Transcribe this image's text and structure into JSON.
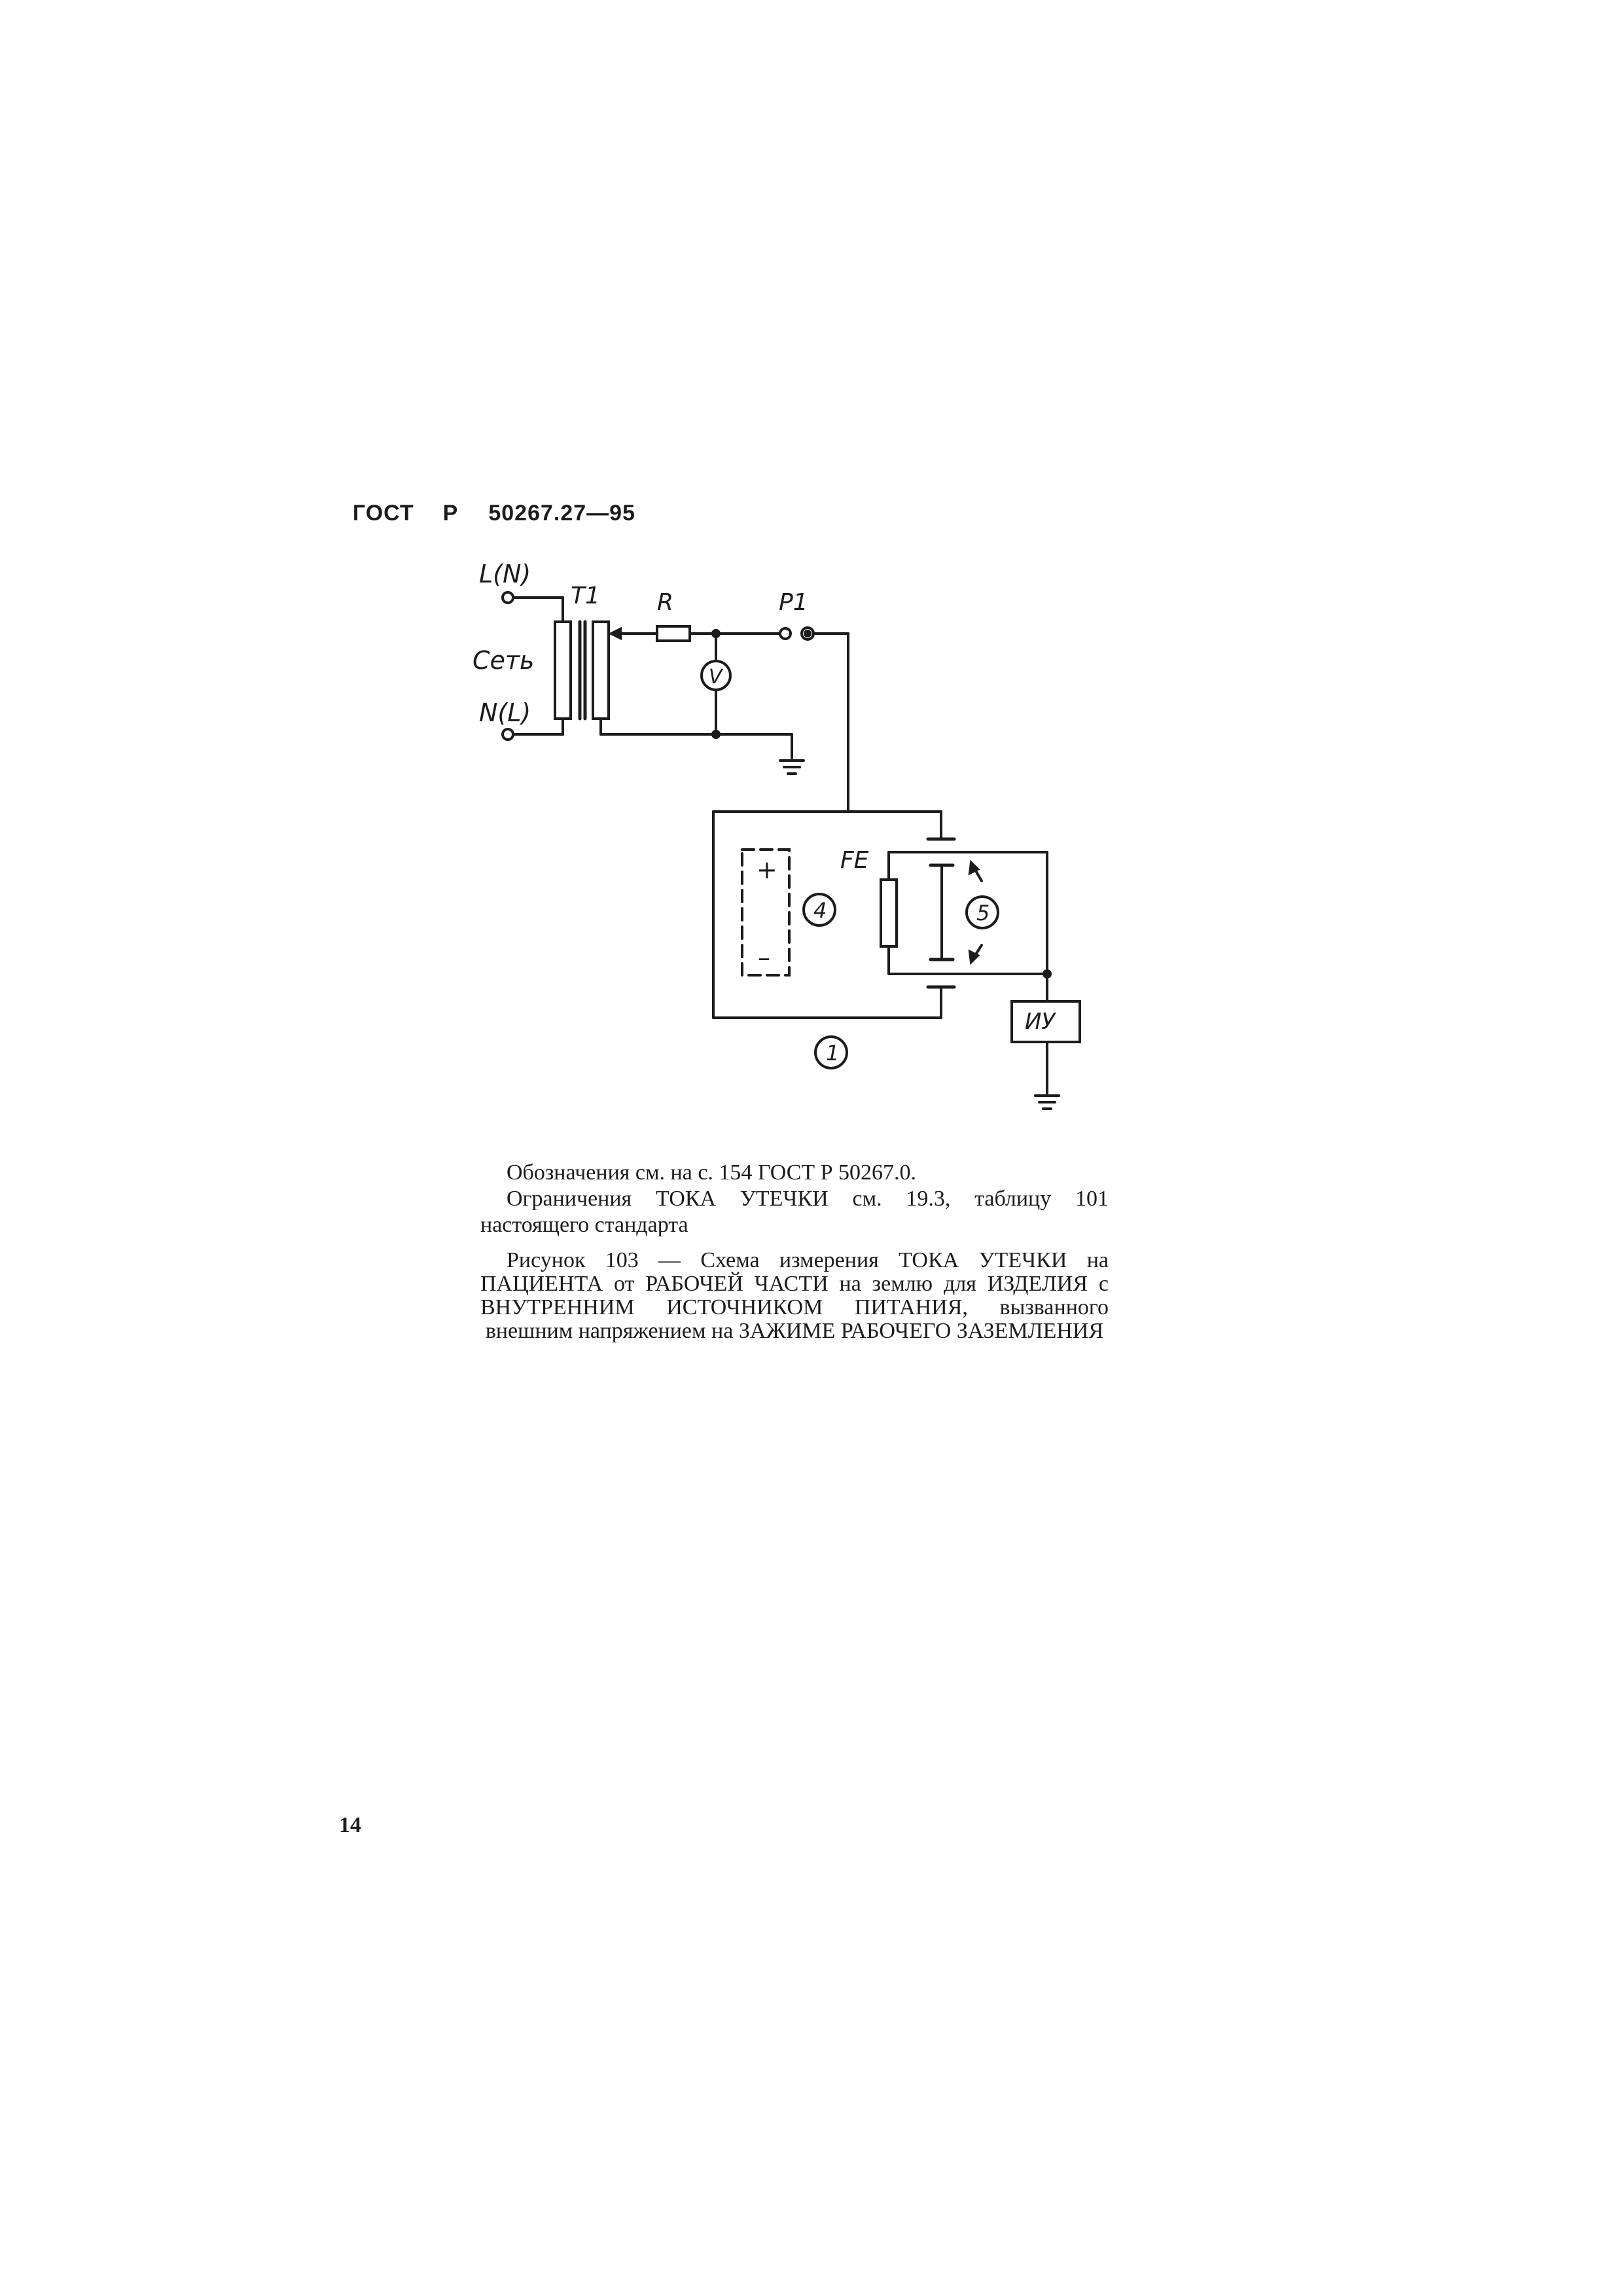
{
  "header": {
    "gost": "ГОСТ",
    "r": "Р",
    "number": "50267.27—95"
  },
  "diagram": {
    "labels": {
      "ln": "L(N)",
      "set": "Сеть",
      "nl": "N(L)",
      "t1": "T1",
      "r": "R",
      "p1": "P1",
      "v": "V",
      "fe": "FE",
      "plus": "+",
      "minus": "–",
      "iu": "ИУ",
      "n1": "1",
      "n4": "4",
      "n5": "5"
    }
  },
  "notes": {
    "line1": "Обозначения см. на с. 154 ГОСТ Р 50267.0.",
    "line2": "Ограничения ТОКА УТЕЧКИ см. 19.3, таблицу 101 настоящего стандарта"
  },
  "caption": {
    "text": "Рисунок 103 — Схема измерения ТОКА УТЕЧКИ на ПАЦИЕНТА от РАБОЧЕЙ ЧАСТИ на землю для ИЗДЕЛИЯ с ВНУТРЕННИМ ИСТОЧНИКОМ ПИТАНИЯ, вызванного внешним напряжением на ЗАЖИМЕ РАБОЧЕГО ЗАЗЕМЛЕНИЯ"
  },
  "page_number": "14"
}
